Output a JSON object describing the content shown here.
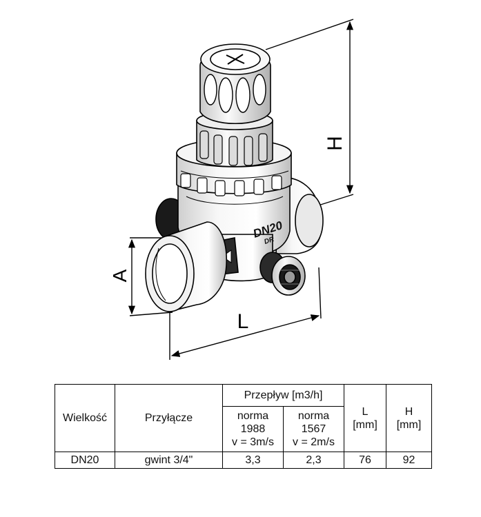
{
  "drawing": {
    "dimensions": {
      "height_label": "H",
      "length_label": "L",
      "connection_label": "A"
    },
    "body_marking": {
      "size": "DN20",
      "model": "DR"
    }
  },
  "table": {
    "headers": {
      "size": "Wielkość",
      "connection": "Przyłącze",
      "flow_group": "Przepływ [m3/h]",
      "flow_1988": [
        "norma",
        "1988",
        "v =  3m/s"
      ],
      "flow_1567": [
        "norma",
        "1567",
        "v = 2m/s"
      ],
      "length": [
        "L",
        "[mm]"
      ],
      "height": [
        "H",
        "[mm]"
      ]
    },
    "rows": [
      {
        "size": "DN20",
        "connection": "gwint 3/4\"",
        "flow_1988": "3,3",
        "flow_1567": "2,3",
        "length": "76",
        "height": "92"
      }
    ]
  }
}
